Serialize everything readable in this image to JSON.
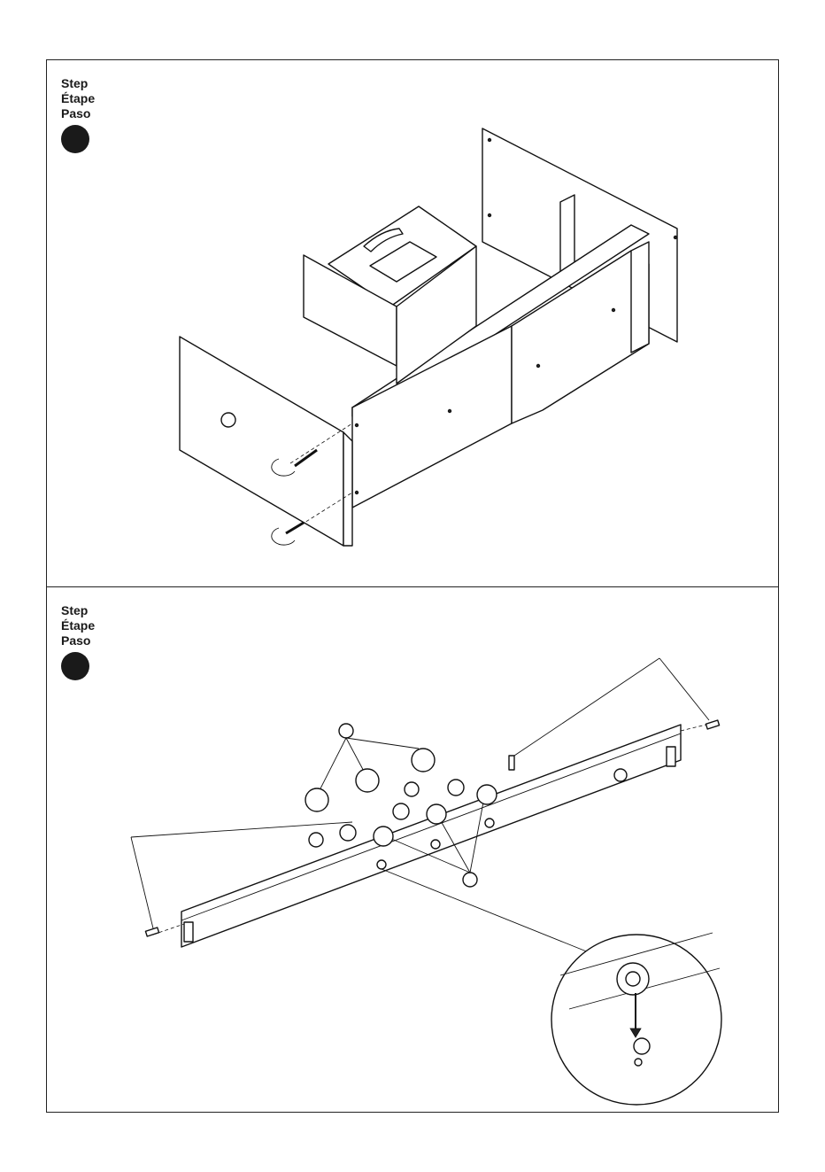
{
  "steps": [
    {
      "labels": {
        "en": "Step",
        "fr": "Étape",
        "es": "Paso"
      },
      "number": ""
    },
    {
      "labels": {
        "en": "Step",
        "fr": "Étape",
        "es": "Paso"
      },
      "number": ""
    }
  ],
  "colors": {
    "ink": "#1a1a1a",
    "paper": "#ffffff"
  }
}
